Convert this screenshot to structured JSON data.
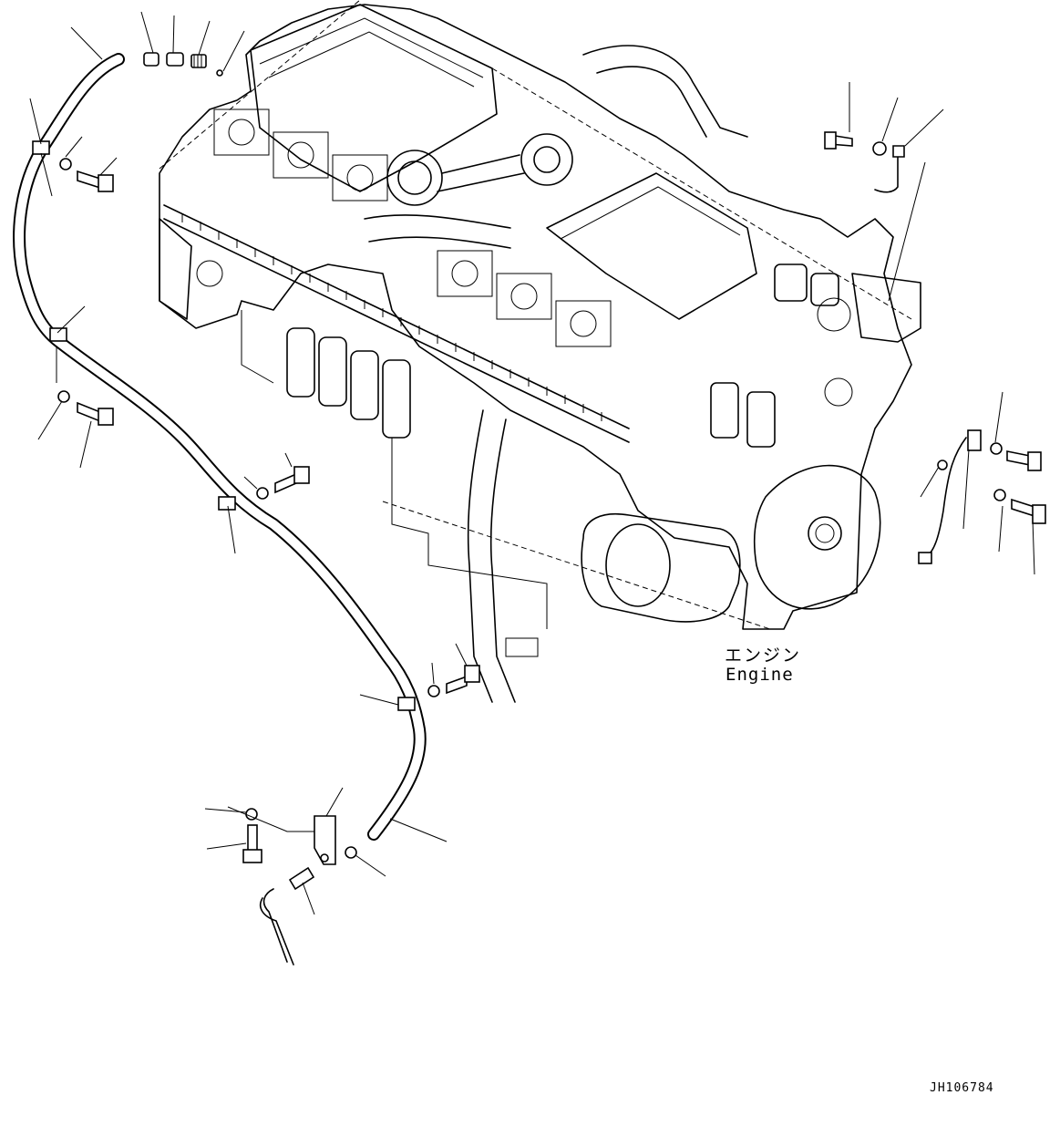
{
  "labels": {
    "engine_jp": "エンジン",
    "engine_en": "Engine",
    "drawing_code": "JH106784"
  }
}
